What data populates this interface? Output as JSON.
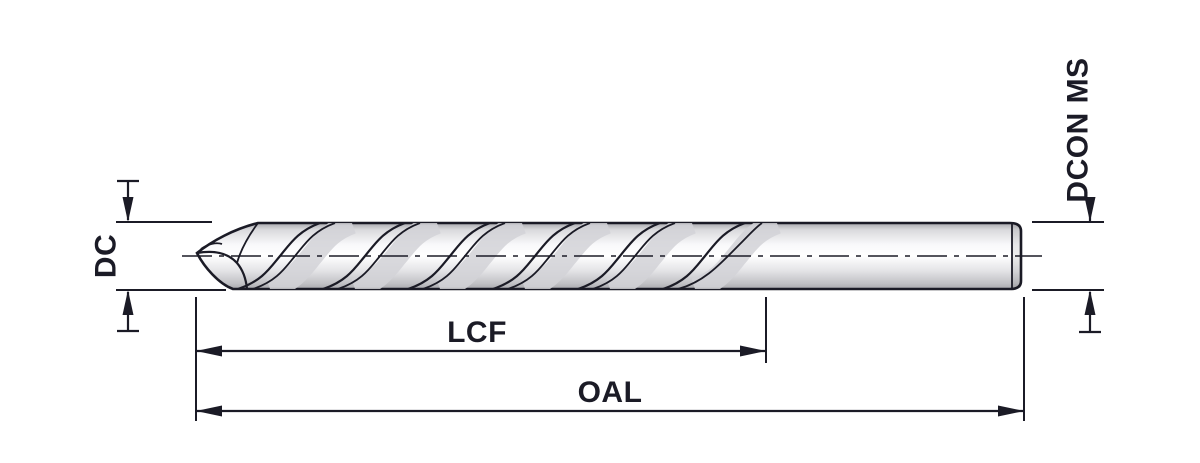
{
  "diagram": {
    "type": "technical-drawing",
    "subject": "twist-drill-side-view",
    "labels": {
      "dc": "DC",
      "dcon": "DCON MS",
      "lcf": "LCF",
      "oal": "OAL"
    },
    "colors": {
      "line": "#1b1b26",
      "background": "#ffffff",
      "metal_highlight": "#ffffff",
      "metal_light": "#f4f4f6",
      "metal_mid": "#d9d9dc",
      "metal_dark": "#a9a9ae"
    }
  }
}
